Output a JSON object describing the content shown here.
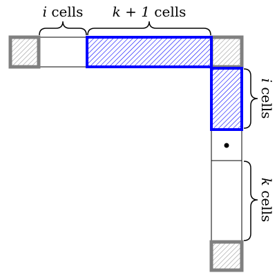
{
  "labels": {
    "top_left_var": "i",
    "top_left_word": "cells",
    "top_right_expr": "k + 1",
    "top_right_word": "cells",
    "right_upper_var": "i",
    "right_upper_word": "cells",
    "right_lower_var": "k",
    "right_lower_word": "cells"
  },
  "colors": {
    "corner_fill": "#bdbdbd",
    "corner_stroke": "#808080",
    "highlight_stroke": "#0000ff",
    "highlight_hatch": "#0000ff",
    "cell_stroke": "#000000"
  }
}
